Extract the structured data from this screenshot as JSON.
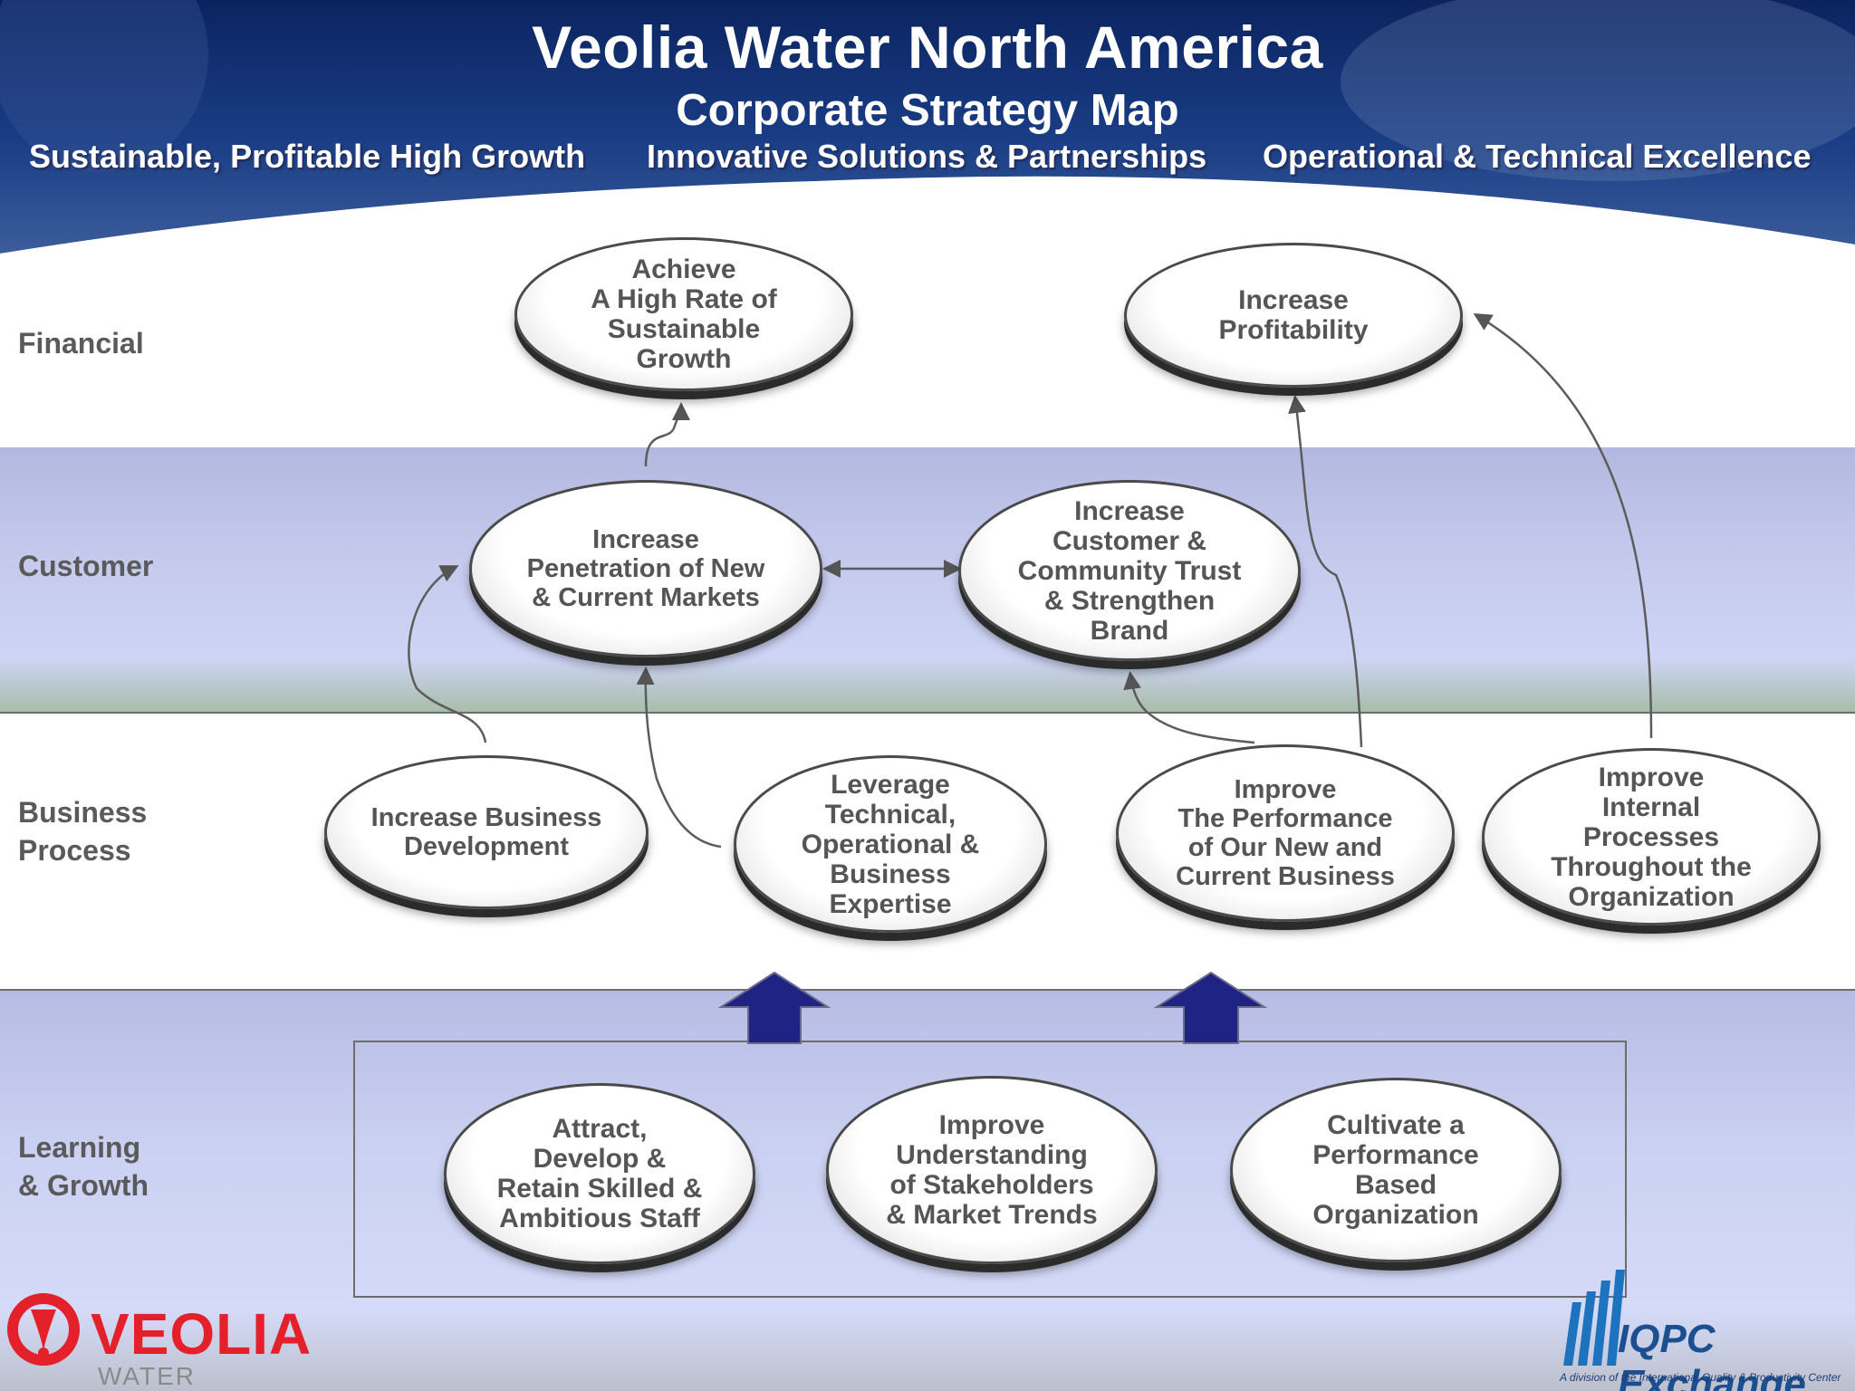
{
  "header": {
    "title": "Veolia Water North America",
    "subtitle": "Corporate Strategy Map",
    "themes": [
      "Sustainable, Profitable High Growth",
      "Innovative Solutions & Partnerships",
      "Operational & Technical Excellence"
    ]
  },
  "rows": {
    "financial": "Financial",
    "customer": "Customer",
    "business": "Business\nProcess",
    "learning": "Learning\n& Growth"
  },
  "objectives": {
    "financial": [
      "Achieve\nA High Rate of\nSustainable\nGrowth",
      "Increase\nProfitability"
    ],
    "customer": [
      "Increase\nPenetration of New\n& Current Markets",
      "Increase\nCustomer &\nCommunity Trust\n& Strengthen\nBrand"
    ],
    "business": [
      "Increase Business\nDevelopment",
      "Leverage\nTechnical,\nOperational  &\nBusiness\nExpertise",
      "Improve\nThe Performance\nof Our New and\nCurrent Business",
      "Improve\nInternal\nProcesses\nThroughout the\nOrganization"
    ],
    "learning": [
      "Attract,\nDevelop &\nRetain Skilled &\nAmbitious Staff",
      "Improve\nUnderstanding\nof Stakeholders\n& Market Trends",
      "Cultivate a\nPerformance\nBased\nOrganization"
    ]
  },
  "logos": {
    "veolia": "VEOLIA",
    "veolia_sub": "WATER",
    "iqpc": "IQPC Exchange",
    "iqpc_tagline": "A division of the International Quality & Productivity Center"
  },
  "colors": {
    "header_blue": "#0d2a6b",
    "arrow_blue": "#1f2484",
    "veolia_red": "#e4202a"
  }
}
